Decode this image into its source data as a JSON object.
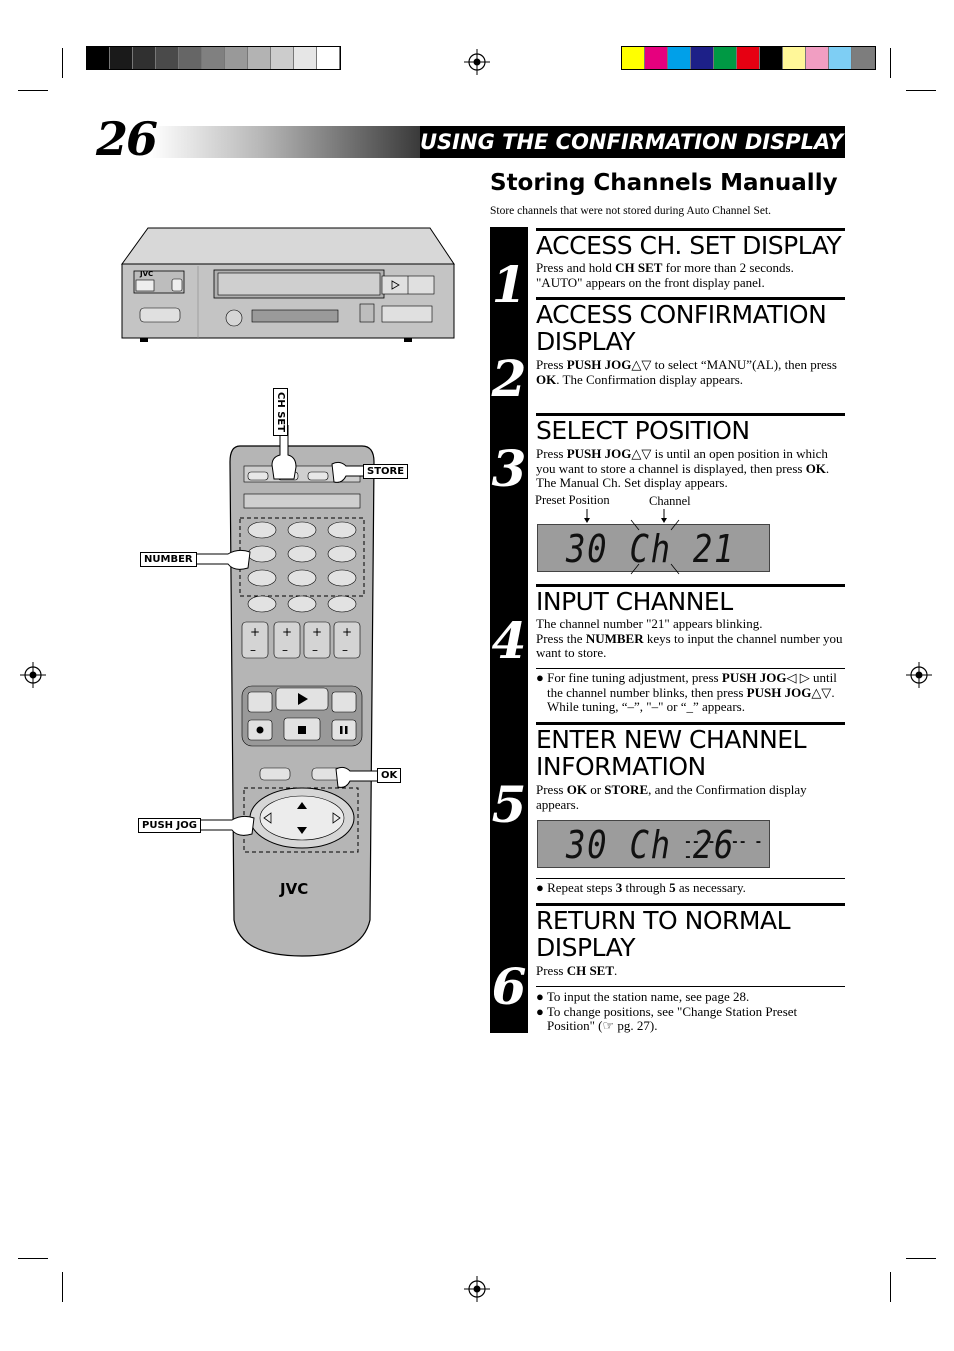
{
  "page": {
    "number": "26",
    "section_title": "USING THE CONFIRMATION DISPLAY",
    "title": "Storing Channels Manually",
    "intro": "Store channels that were not stored during Auto Channel Set."
  },
  "colors": {
    "grayscale_bar": [
      "#000000",
      "#1a1a1a",
      "#303030",
      "#4a4a4a",
      "#666666",
      "#808080",
      "#999999",
      "#b3b3b3",
      "#cccccc",
      "#e6e6e6",
      "#ffffff"
    ],
    "color_bar": [
      "#ffff00",
      "#e6007e",
      "#00a0e9",
      "#1d2088",
      "#009944",
      "#e60012",
      "#000000",
      "#fff799",
      "#f19ec2",
      "#7ecef4",
      "#7d7d7d"
    ],
    "lcd_background": "#9c9c9c"
  },
  "steps": [
    {
      "number": "1",
      "title": "ACCESS CH. SET DISPLAY",
      "text_a": "Press and hold ",
      "bold_a": "CH SET",
      "text_b": " for more than 2 seconds.",
      "text_c": "\"AUTO\" appears on the front display panel."
    },
    {
      "number": "2",
      "title_line1": "ACCESS CONFIRMATION",
      "title_line2": "DISPLAY",
      "text_a": "Press ",
      "bold_a": "PUSH JOG",
      "sym_a": "△▽",
      "text_b": " to select “MANU”(AL), then press ",
      "bold_b": "OK",
      "text_c": ". The Confirmation display appears."
    },
    {
      "number": "3",
      "title": "SELECT POSITION",
      "text_a": "Press ",
      "bold_a": "PUSH JOG",
      "sym_a": "△▽",
      "text_b": " is until an open position in which you want to store a channel is displayed, then press ",
      "bold_b": "OK",
      "text_c": ". The Manual Ch. Set display appears.",
      "label_preset": "Preset Position",
      "label_channel": "Channel",
      "lcd": "30 Ch 21"
    },
    {
      "number": "4",
      "title": "INPUT CHANNEL",
      "text_a": "The channel number \"21\" appears blinking.",
      "text_b": "Press the ",
      "bold_b": "NUMBER",
      "text_c": " keys to input the channel number you want to store.",
      "note_a": "For fine tuning adjustment, press ",
      "note_bold_a": "PUSH JOG",
      "note_sym_a": "◁ ▷",
      "note_b": " until the channel number blinks, then press ",
      "note_bold_b": "PUSH JOG",
      "note_sym_b": "△▽",
      "note_c": ". While tuning, “–”, \"–\" or “_” appears."
    },
    {
      "number": "5",
      "title_line1": "ENTER NEW CHANNEL",
      "title_line2": "INFORMATION",
      "text_a": "Press ",
      "bold_a": "OK",
      "text_b": " or ",
      "bold_b": "STORE",
      "text_c": ", and the Confirmation display appears.",
      "lcd": "30 Ch 26",
      "lcd_dashes": "-- -- -- --",
      "note_a": "Repeat steps ",
      "note_bold_a": "3",
      "note_b": " through ",
      "note_bold_b": "5",
      "note_c": " as necessary."
    },
    {
      "number": "6",
      "title_line1": "RETURN TO NORMAL",
      "title_line2": "DISPLAY",
      "text_a": "Press ",
      "bold_a": "CH SET",
      "text_b": ".",
      "note_1": "To input the station name, see page 28.",
      "note_2a": "To change positions, see \"Change Station Preset Position\" (",
      "note_2sym": "☞",
      "note_2b": " pg. 27)."
    }
  ],
  "illustration": {
    "vcr_brand": "JVC",
    "remote_brand": "JVC",
    "callouts": {
      "ch_set": "CH SET",
      "store": "STORE",
      "number": "NUMBER",
      "ok": "OK",
      "push_jog": "PUSH JOG"
    }
  }
}
